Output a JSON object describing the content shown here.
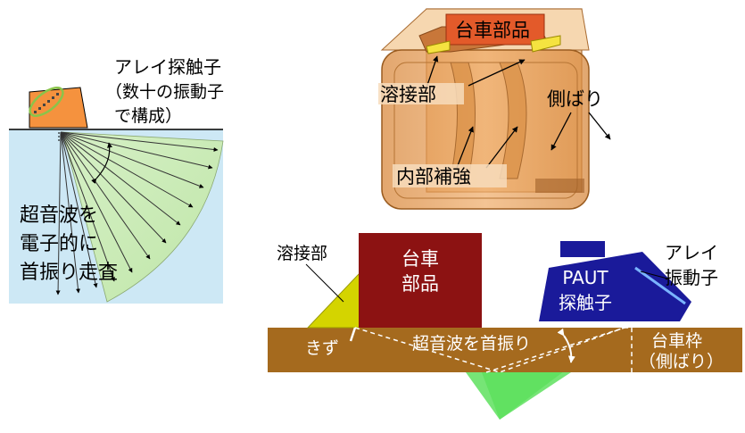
{
  "left_panel": {
    "probe_title": "アレイ探触子",
    "probe_note_1": "（数十の振動子",
    "probe_note_2": "で構成）",
    "sweep_1": "超音波を",
    "sweep_2": "電子的に",
    "sweep_3": "首振り走査"
  },
  "model_3d": {
    "component": "台車部品",
    "weld": "溶接部",
    "side_beam": "側ばり",
    "reinforcement": "内部補強"
  },
  "section": {
    "weld": "溶接部",
    "component_1": "台車",
    "component_2": "部品",
    "probe_1": "PAUT",
    "probe_2": "探触子",
    "array_1": "アレイ",
    "array_2": "振動子",
    "flaw": "きず",
    "sweep": "超音波を首振り",
    "frame_1": "台車枠",
    "frame_2": "（側ばり）"
  },
  "colors": {
    "water": "#cde8f5",
    "beam": "#b7e4a2",
    "probe": "#f5923e",
    "plate": "#a56a1e",
    "component": "#8c1212",
    "weld": "#d4d400",
    "paut": "#1a1a9a",
    "beam_bright": "#4de04d"
  }
}
